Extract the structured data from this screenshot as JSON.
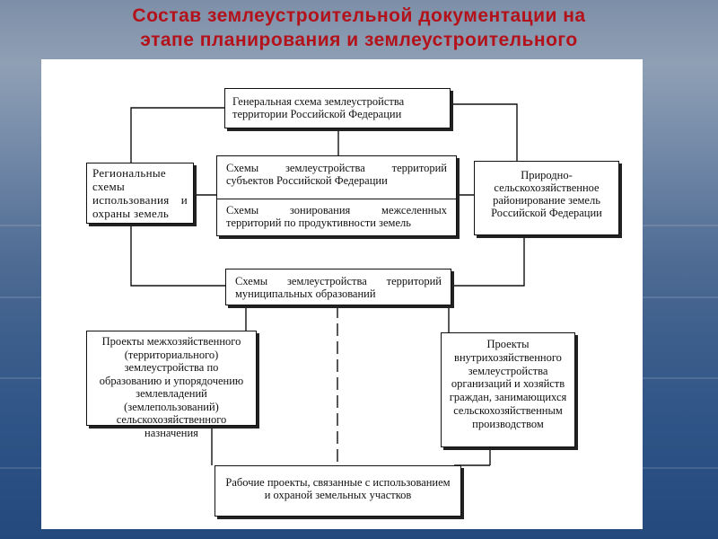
{
  "slide": {
    "title_line1": "Состав землеустроительной документации на",
    "title_line2": "этапе планирования и землеустроительного"
  },
  "boxes": {
    "general_scheme": "Генеральная схема землеустройства территории Российской Федерации",
    "regional_schemes": "Региональные схемы использования и охраны земель",
    "subject_schemes": "Схемы землеустройства территорий субъектов Российской Федерации",
    "zoning_schemes": "Схемы зонирования межселенных территорий по продуктивности земель",
    "natural_zoning": "Природно-сельскохозяйственное районирование земель Российской Федерации",
    "municipal_schemes": "Схемы землеустройства территорий муниципальных образований",
    "inter_farm_projects": "Проекты межхозяйственного (территориального) землеустройства по образованию и упорядочению землевладений (землепользований) сельскохозяйственного назначения",
    "intra_farm_projects": "Проекты внутрихозяйственного землеустройства организаций и хозяйств граждан, занимающихся сельскохозяйственным производством",
    "working_projects": "Рабочие проекты, связанные с использованием и охраной земельных участков"
  }
}
